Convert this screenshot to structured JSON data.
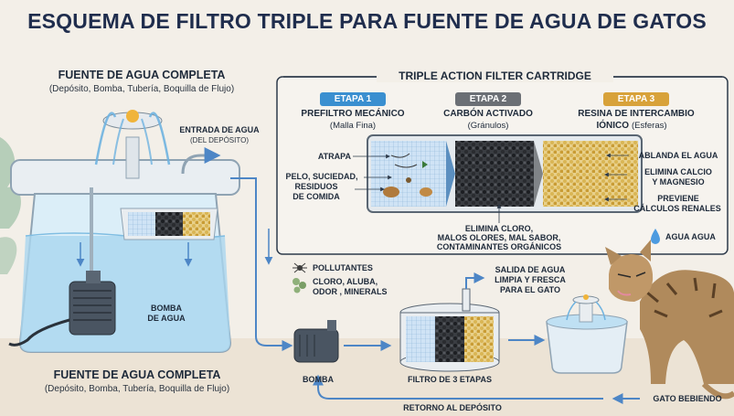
{
  "title": "ESQUEMA DE FILTRO TRIPLE PARA FUENTE DE AGUA DE GATOS",
  "fountain_top": {
    "title": "FUENTE DE AGUA COMPLETA",
    "subtitle": "(Depósito, Bomba, Tubería, Boquilla de Flujo)"
  },
  "fountain_bottom": {
    "title": "FUENTE DE AGUA COMPLETA",
    "subtitle": "(Depósito, Bomba, Tubería, Boquilla de Flujo)"
  },
  "water_inlet": {
    "line1": "ENTRADA DE AGUA",
    "line2": "(DEL DEPÓSITO)"
  },
  "pump_inside": {
    "line1": "BOMBA",
    "line2": "DE AGUA"
  },
  "cartridge": {
    "title": "TRIPLE ACTION FILTER CARTRIDGE",
    "stages": [
      {
        "pill": "ETAPA 1",
        "title": "PREFILTRO MECÁNICO",
        "sub": "(Malla Fina)",
        "color": "#3a8fd0"
      },
      {
        "pill": "ETAPA 2",
        "title": "CARBÓN ACTIVADO",
        "sub": "(Gránulos)",
        "color": "#6b6f75"
      },
      {
        "pill": "ETAPA 3",
        "title": "RESINA DE INTERCAMBIO",
        "title2": "IÓNICO",
        "sub": "(Esferas)",
        "color": "#d8a23a"
      }
    ],
    "left_labels": [
      "ATRAPA",
      "PELO, SUCIEDAD,",
      "RESIDUOS",
      "DE COMIDA"
    ],
    "right_labels": [
      "ABLANDA EL AGUA",
      "ELIMINA CALCIO",
      "Y MAGNESIO",
      "PREVIENE",
      "CÁLCULOS RENALES"
    ],
    "bottom_labels": [
      "ELIMINA CLORO,",
      "MALOS OLORES, MAL SABOR,",
      "CONTAMINANTES ORGÁNICOS"
    ]
  },
  "agua_label": "AGUA AGUA",
  "pollutants": {
    "line1": "POLLUTANTES",
    "line2": "CLORO, ALUBA,",
    "line3": "ODOR , MINERALS"
  },
  "outlet": {
    "line1": "SALIDA DE AGUA",
    "line2": "LIMPIA Y FRESCA",
    "line3": "PARA EL GATO"
  },
  "flow": {
    "pump": "BOMBA",
    "filter": "FILTRO DE 3 ETAPAS",
    "return": "RETORNO AL DEPÓSITO",
    "cat": "GATO BEBIENDO"
  },
  "colors": {
    "title": "#1f2d4d",
    "stage1": "#3a8fd0",
    "stage2": "#6b6f75",
    "stage3": "#d8a23a",
    "water": "#bfe0f3",
    "arrow": "#4d86c6"
  },
  "icons": [
    "fountain-nozzle-icon",
    "pump-icon",
    "bug-icon",
    "germ-icon",
    "water-drop-icon",
    "cat-icon",
    "plant-icon"
  ]
}
